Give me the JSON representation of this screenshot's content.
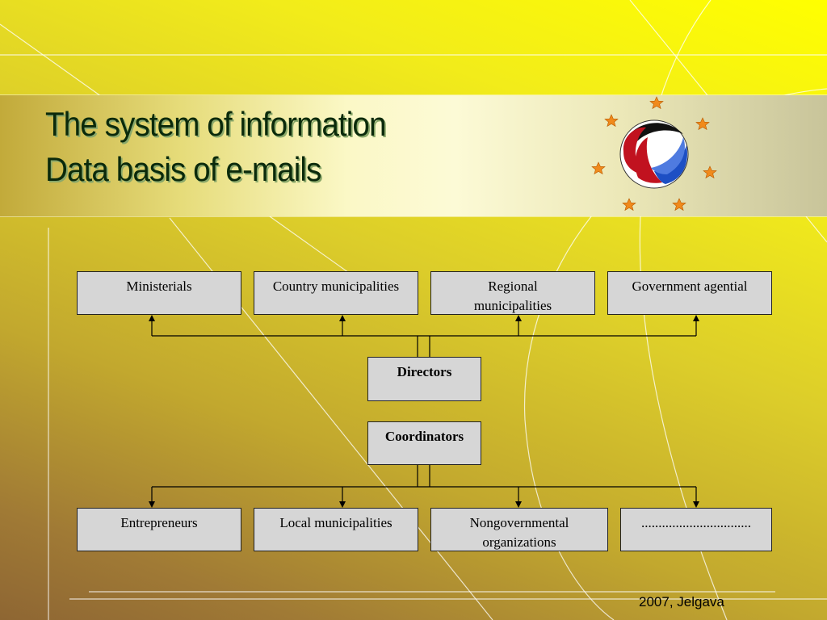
{
  "title": {
    "line1": "The system of information",
    "line2": "Data basis of e-mails"
  },
  "diagram": {
    "top_row": [
      {
        "label": "Ministerials"
      },
      {
        "label": "Country municipalities"
      },
      {
        "label": "Regional municipalities"
      },
      {
        "label": "Government agential"
      }
    ],
    "directors": "Directors",
    "coordinators": "Coordinators",
    "bottom_row": [
      {
        "label": "Entrepreneurs"
      },
      {
        "label": "Local municipalities"
      },
      {
        "label": "Nongovernmental organizations"
      },
      {
        "label": "................................"
      }
    ]
  },
  "footer": "2007, Jelgava",
  "colors": {
    "box_fill": "#d6d6d6",
    "title_text": "#0b2a0b",
    "logo_red": "#c1121f",
    "logo_blue": "#1d4fc4",
    "star": "#f08a1c"
  },
  "icons": [
    "logo-emblem-icon",
    "star-icon"
  ]
}
